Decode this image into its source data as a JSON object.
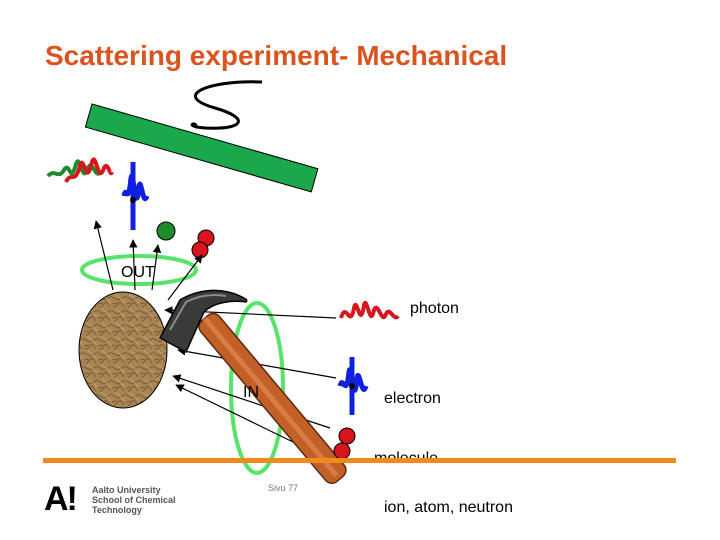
{
  "slide": {
    "title": "Scattering experiment- Mechanical",
    "out_label": "OUT",
    "in_label": "IN",
    "legend": {
      "photon": "photon",
      "electron": "electron",
      "molecule": "molecule",
      "ion": "ion, atom, neutron"
    }
  },
  "footer": {
    "logo_mark": "A!",
    "university_lines": [
      "Aalto University",
      "School of Chemical",
      "Technology"
    ],
    "page": "Sivu 77"
  },
  "colors": {
    "title": "#d9541e",
    "detector": "#1aa84a",
    "ring": "#58e36a",
    "photon": "#d8141c",
    "electron": "#1020e0",
    "molecule_green": "#1f8a2a",
    "footer_rule": "#f08a1c"
  }
}
